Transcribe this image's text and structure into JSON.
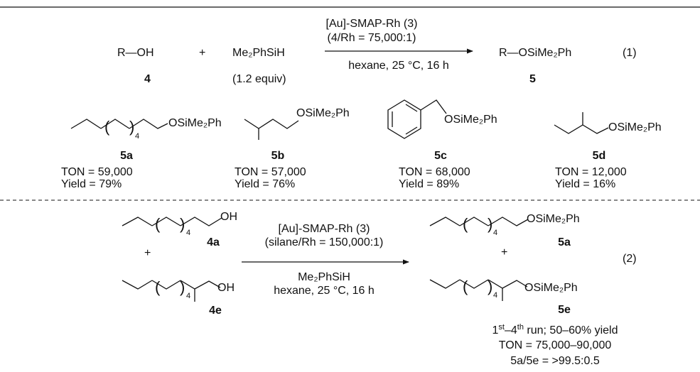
{
  "reaction1": {
    "substrate": "R—OH",
    "substrate_id": "4",
    "plus": "+",
    "silane": "Me₂PhSiH",
    "silane_equiv": "(1.2 equiv)",
    "catalyst": "[Au]-SMAP-Rh",
    "catalyst_id": "(3)",
    "ratio_open": "(",
    "ratio_bold": "4",
    "ratio_rest": "/Rh = 75,000:1)",
    "conditions": "hexane, 25 °C, 16 h",
    "product": "R—OSiMe₂Ph",
    "product_id": "5",
    "eq_label": "(1)"
  },
  "products": [
    {
      "id": "5a",
      "group": "OSiMe₂Ph",
      "subscript": "4",
      "ton": "TON  = 59,000",
      "yield": "Yield  = 79%"
    },
    {
      "id": "5b",
      "group": "OSiMe₂Ph",
      "ton": "TON  = 57,000",
      "yield": "Yield  = 76%"
    },
    {
      "id": "5c",
      "group": "OSiMe₂Ph",
      "ton": "TON  = 68,000",
      "yield": "Yield  = 89%"
    },
    {
      "id": "5d",
      "group": "OSiMe₂Ph",
      "ton": "TON  = 12,000",
      "yield": "Yield  = 16%"
    }
  ],
  "reaction2": {
    "sub1_group": "OH",
    "sub1_subscript": "4",
    "sub1_id": "4a",
    "plus": "+",
    "sub2_group": "OH",
    "sub2_subscript": "4",
    "sub2_id": "4e",
    "catalyst": "[Au]-SMAP-Rh",
    "catalyst_id": "(3)",
    "ratio": "(silane/Rh = 150,000:1)",
    "silane": "Me₂PhSiH",
    "conditions": "hexane, 25 °C, 16 h",
    "prod1_group": "OSiMe₂Ph",
    "prod1_subscript": "4",
    "prod1_id": "5a",
    "prod_plus": "+",
    "prod2_group": "OSiMe₂Ph",
    "prod2_subscript": "4",
    "prod2_id": "5e",
    "eq_label": "(2)",
    "run_1": "1",
    "run_sup1": "st",
    "run_dash": "–4",
    "run_sup2": "th",
    "run_rest": " run; 50–60% yield",
    "ton": "TON = 75,000–90,000",
    "selectivity_bold": "5a/5e",
    "selectivity_rest": " = >99.5:0.5"
  }
}
